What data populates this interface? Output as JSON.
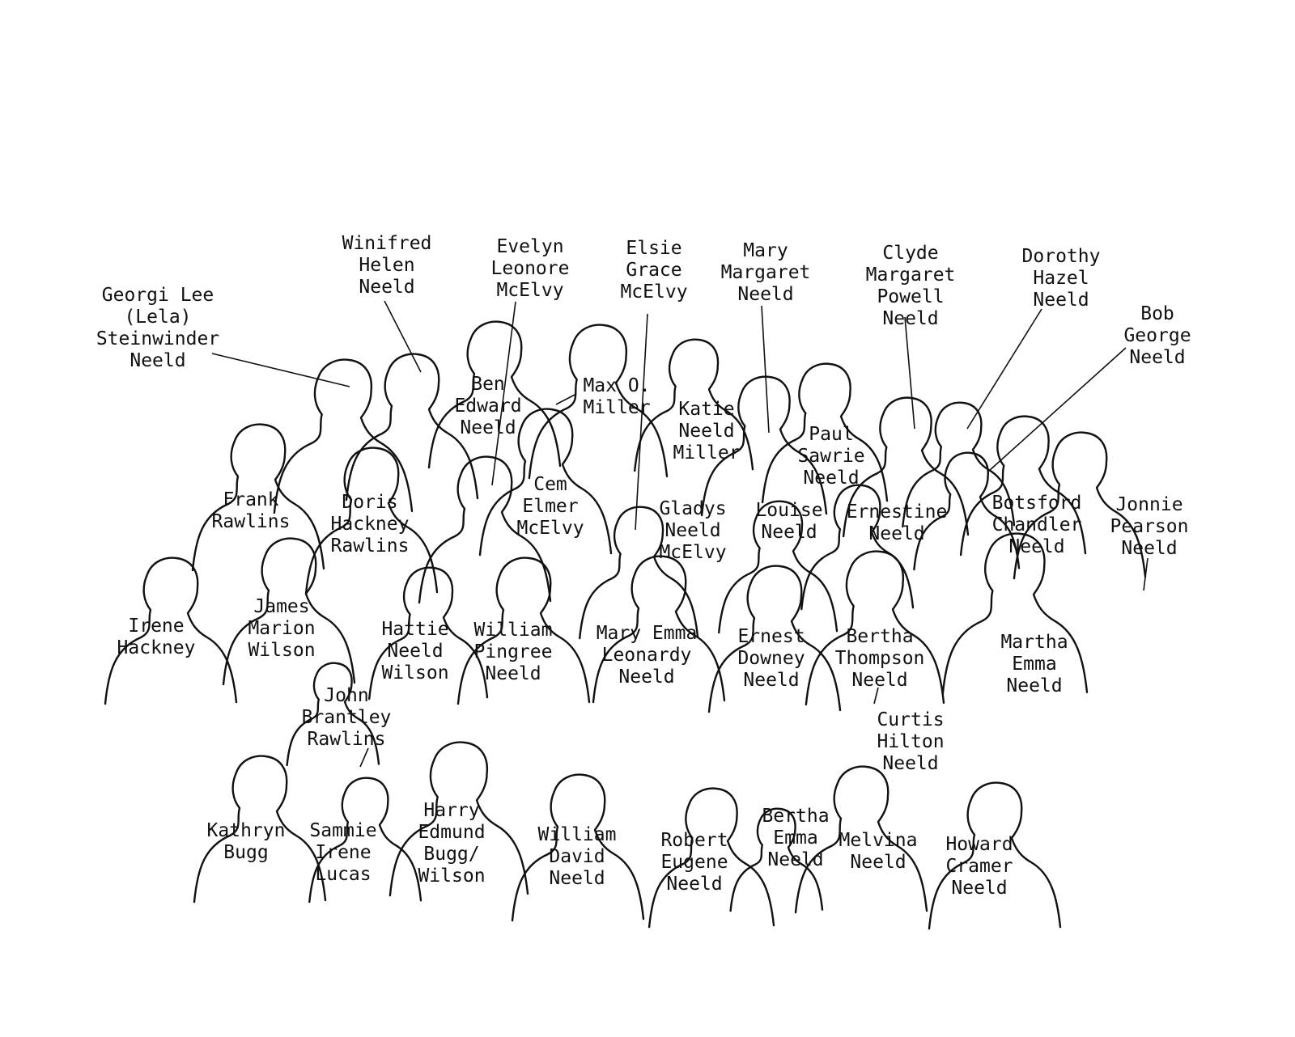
{
  "colors": {
    "ink": "#111111",
    "paper": "#ffffff"
  },
  "people": [
    {
      "id": "georgi",
      "lines": [
        "Georgi Lee",
        "(Lela)",
        "Steinwinder",
        "Neeld"
      ]
    },
    {
      "id": "winifred",
      "lines": [
        "Winifred",
        "Helen",
        "Neeld"
      ]
    },
    {
      "id": "evelyn",
      "lines": [
        "Evelyn",
        "Leonore",
        "McElvy"
      ]
    },
    {
      "id": "elsie",
      "lines": [
        "Elsie",
        "Grace",
        "McElvy"
      ]
    },
    {
      "id": "mary-margaret",
      "lines": [
        "Mary",
        "Margaret",
        "Neeld"
      ]
    },
    {
      "id": "clyde",
      "lines": [
        "Clyde",
        "Margaret",
        "Powell",
        "Neeld"
      ]
    },
    {
      "id": "dorothy",
      "lines": [
        "Dorothy",
        "Hazel",
        "Neeld"
      ]
    },
    {
      "id": "bob",
      "lines": [
        "Bob",
        "George",
        "Neeld"
      ]
    },
    {
      "id": "ben",
      "lines": [
        "Ben",
        "Edward",
        "Neeld"
      ]
    },
    {
      "id": "max",
      "lines": [
        "Max O.",
        "Miller"
      ]
    },
    {
      "id": "katie",
      "lines": [
        "Katie",
        "Neeld",
        "Miller"
      ]
    },
    {
      "id": "paul",
      "lines": [
        "Paul",
        "Sawrie",
        "Neeld"
      ]
    },
    {
      "id": "frank",
      "lines": [
        "Frank",
        "Rawlins"
      ]
    },
    {
      "id": "doris",
      "lines": [
        "Doris",
        "Hackney",
        "Rawlins"
      ]
    },
    {
      "id": "cem",
      "lines": [
        "Cem",
        "Elmer",
        "McElvy"
      ]
    },
    {
      "id": "gladys",
      "lines": [
        "Gladys",
        "Neeld",
        "McElvy"
      ]
    },
    {
      "id": "louise",
      "lines": [
        "Louise",
        "Neeld"
      ]
    },
    {
      "id": "ernestine",
      "lines": [
        "Ernestine",
        "Neeld"
      ]
    },
    {
      "id": "botsford",
      "lines": [
        "Botsford",
        "Chandler",
        "Neeld"
      ]
    },
    {
      "id": "jonnie",
      "lines": [
        "Jonnie",
        "Pearson",
        "Neeld"
      ]
    },
    {
      "id": "irene-hackney",
      "lines": [
        "Irene",
        "Hackney"
      ]
    },
    {
      "id": "james",
      "lines": [
        "James",
        "Marion",
        "Wilson"
      ]
    },
    {
      "id": "hattie",
      "lines": [
        "Hattie",
        "Neeld",
        "Wilson"
      ]
    },
    {
      "id": "william-pingree",
      "lines": [
        "William",
        "Pingree",
        "Neeld"
      ]
    },
    {
      "id": "mary-emma",
      "lines": [
        "Mary Emma",
        "Leonardy",
        "Neeld"
      ]
    },
    {
      "id": "ernest",
      "lines": [
        "Ernest",
        "Downey",
        "Neeld"
      ]
    },
    {
      "id": "bertha-thompson",
      "lines": [
        "Bertha",
        "Thompson",
        "Neeld"
      ]
    },
    {
      "id": "martha",
      "lines": [
        "Martha",
        "Emma",
        "Neeld"
      ]
    },
    {
      "id": "john",
      "lines": [
        "John",
        "Brantley",
        "Rawlins"
      ]
    },
    {
      "id": "curtis",
      "lines": [
        "Curtis",
        "Hilton",
        "Neeld"
      ]
    },
    {
      "id": "kathryn",
      "lines": [
        "Kathryn",
        "Bugg"
      ]
    },
    {
      "id": "sammie",
      "lines": [
        "Sammie",
        "Irene",
        "Lucas"
      ]
    },
    {
      "id": "harry",
      "lines": [
        "Harry",
        "Edmund",
        "Bugg/",
        "Wilson"
      ]
    },
    {
      "id": "william-david",
      "lines": [
        "William",
        "David",
        "Neeld"
      ]
    },
    {
      "id": "robert",
      "lines": [
        "Robert",
        "Eugene",
        "Neeld"
      ]
    },
    {
      "id": "bertha-emma",
      "lines": [
        "Bertha",
        "Emma",
        "Neeld"
      ]
    },
    {
      "id": "melvina",
      "lines": [
        "Melvina",
        "Neeld"
      ]
    },
    {
      "id": "howard",
      "lines": [
        "Howard",
        "Cramer",
        "Neeld"
      ]
    }
  ]
}
